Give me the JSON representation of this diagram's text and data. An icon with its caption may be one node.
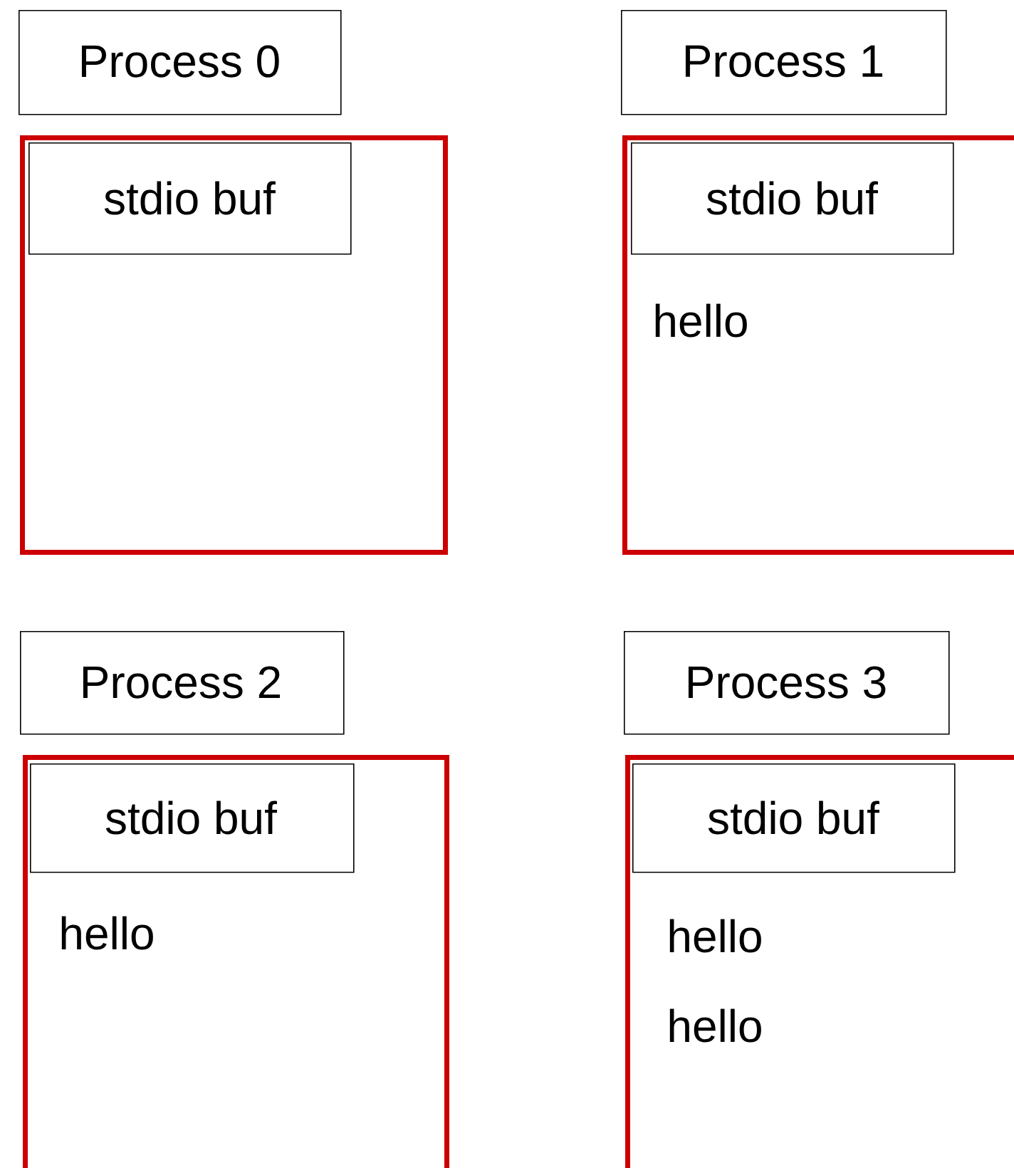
{
  "diagram": {
    "nodes": [
      {
        "text": [
          "Process 0"
        ]
      },
      {
        "text": [],
        "shape": "box"
      },
      {
        "text": [
          "stdio buf"
        ],
        "in": 1
      },
      {
        "text": [
          "Process 1"
        ]
      },
      {
        "text": [
          "hello"
        ]
      },
      {
        "text": [
          "stdio buf"
        ],
        "in": 4
      },
      {
        "text": [
          "Process 2"
        ]
      },
      {
        "text": [
          "hello"
        ]
      },
      {
        "text": [
          "stdio buf"
        ],
        "in": 7
      },
      {
        "text": [
          "Process 3"
        ]
      },
      {
        "text": [
          "hello",
          "hello"
        ]
      },
      {
        "text": [
          "stdio buf"
        ],
        "in": 10
      }
    ]
  }
}
